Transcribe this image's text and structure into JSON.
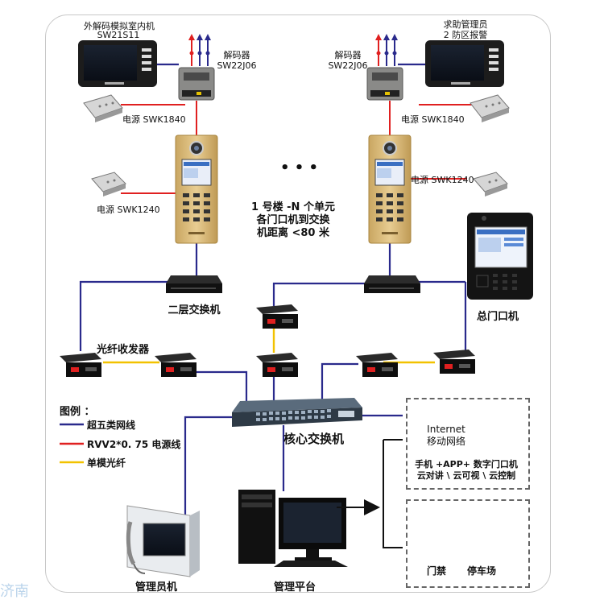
{
  "labels": {
    "monitor_left_title": "外解码模拟室内机",
    "monitor_left_model": "SW21S11",
    "monitor_right_title": "求助管理员",
    "monitor_right_model": "2 防区报警",
    "decoder_left": "解码器\nSW22J06",
    "decoder_right": "解码器\nSW22J06",
    "psu_left_1840": "电源 SWK1840",
    "psu_right_1840": "电源 SWK1840",
    "psu_left_1240": "电源 SWK1240",
    "psu_right_1240": "电源 SWK1240",
    "ellipsis": "• • •",
    "building_note": "1 号楼 -N 个单元\n各门口机到交换\n机距离 <80 米",
    "layer2_switch": "二层交换机",
    "main_door_unit": "总门口机",
    "fiber_transceiver": "光纤收发器",
    "core_switch": "核心交换机",
    "admin_unit": "管理员机",
    "mgmt_platform": "管理平台",
    "internet": "Internet\n移动网络",
    "cloud_features": "手机 +APP+ 数字门口机\n云对讲 \\ 云可视 \\ 云控制",
    "access_control": "门禁",
    "parking": "停车场",
    "watermark": "济南"
  },
  "legend": {
    "title": "图例 ：",
    "items": [
      {
        "label": "超五类网线",
        "color": "#2a2a8c"
      },
      {
        "label": "RVV2*0. 75 电源线",
        "color": "#e02020"
      },
      {
        "label": "单模光纤",
        "color": "#f2c200"
      }
    ]
  },
  "colors": {
    "network": "#2a2a8c",
    "power": "#e02020",
    "fiber": "#f2c200",
    "arrow_red": "#e02020",
    "arrow_blue": "#2a2a8c"
  }
}
